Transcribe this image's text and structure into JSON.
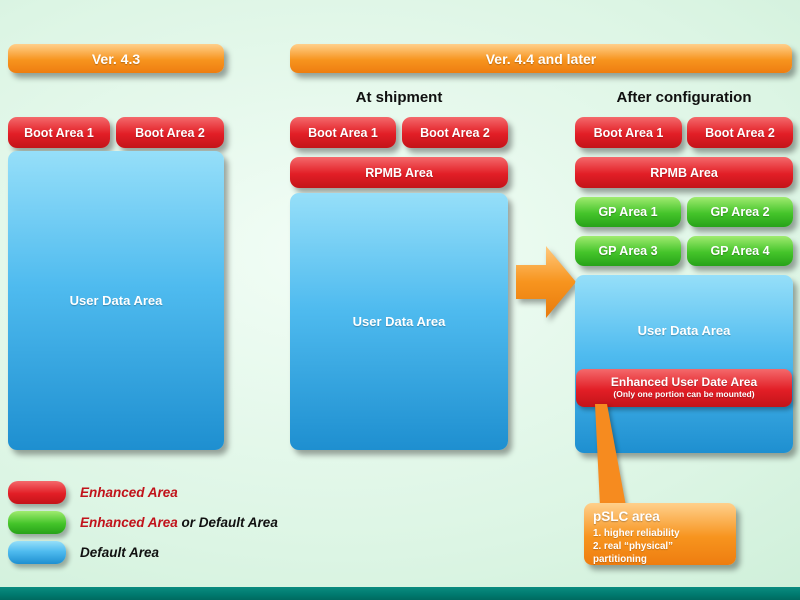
{
  "v43": {
    "header": "Ver. 4.3",
    "boot1": "Boot Area 1",
    "boot2": "Boot Area 2",
    "user_data": "User Data Area"
  },
  "v44": {
    "header": "Ver. 4.4 and later",
    "shipment": {
      "title": "At shipment",
      "boot1": "Boot Area 1",
      "boot2": "Boot Area 2",
      "rpmb": "RPMB Area",
      "user_data": "User Data Area"
    },
    "config": {
      "title": "After configuration",
      "boot1": "Boot Area 1",
      "boot2": "Boot Area 2",
      "rpmb": "RPMB Area",
      "gp1": "GP Area 1",
      "gp2": "GP Area 2",
      "gp3": "GP Area 3",
      "gp4": "GP Area 4",
      "user_data": "User Data Area",
      "enhanced_title": "Enhanced User Date Area",
      "enhanced_note": "(Only one portion can be mounted)"
    }
  },
  "legend": {
    "row1_enhanced": "Enhanced Area",
    "row2_enhanced": "Enhanced Area",
    "row2_rest": " or Default Area",
    "row3_default": "Default Area"
  },
  "callout": {
    "title": "pSLC area",
    "item1": "1.   higher reliability",
    "item2": "2.   real “physical” partitioning"
  },
  "colors": {
    "red": "#E21E26",
    "green": "#44C42A",
    "blue": "#2D9FE0",
    "orange": "#F7941E",
    "teal_footer": "#00796E"
  }
}
